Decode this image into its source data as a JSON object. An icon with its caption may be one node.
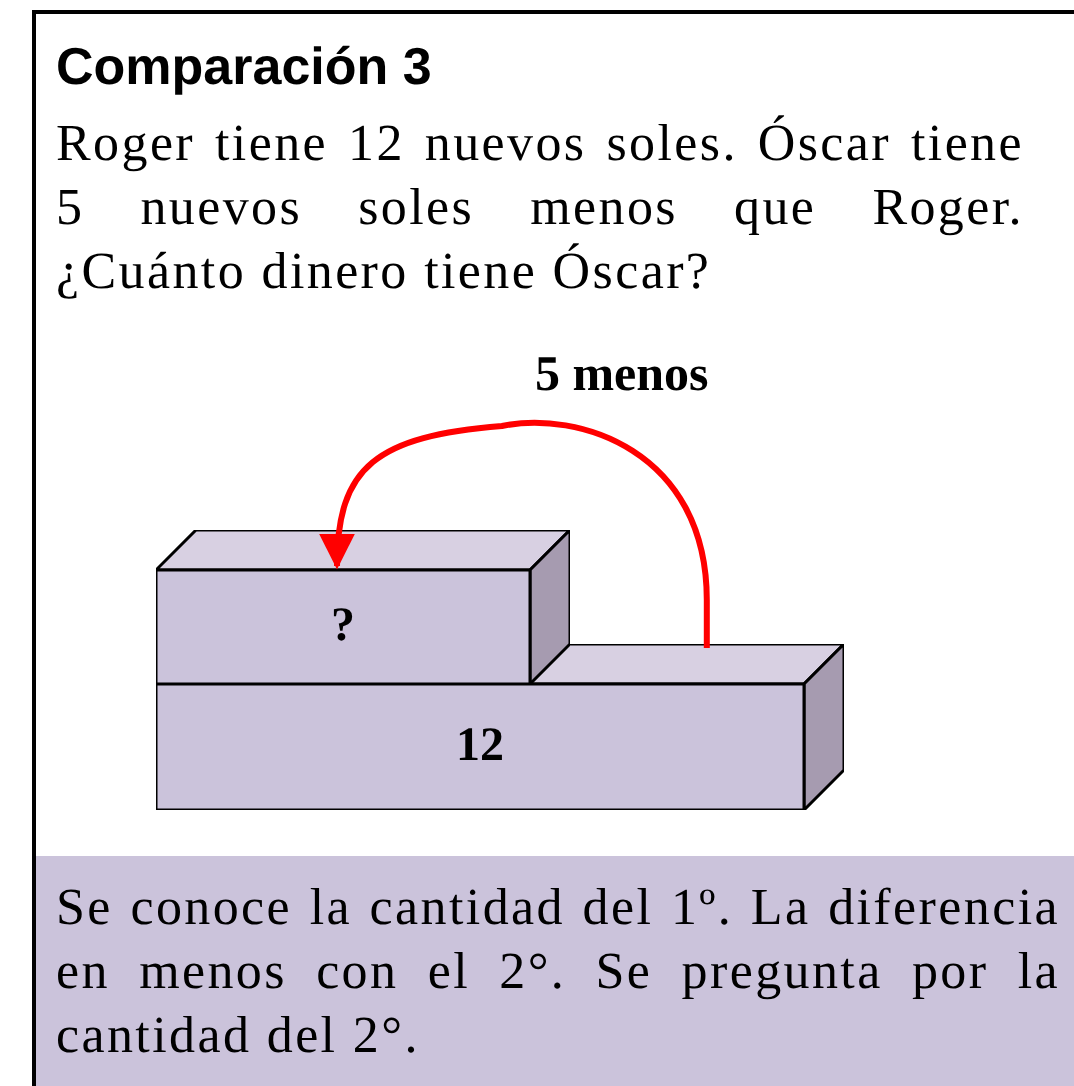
{
  "diagram": {
    "title": "Comparación 3",
    "nodes": [
      {
        "text": [
          "?"
        ]
      },
      {
        "text": [
          "12"
        ]
      },
      {
        "text": [
          "Se conoce la cantidad del 1º. La diferencia en menos con el 2°. Se pregunta por la cantidad del 2°."
        ]
      }
    ],
    "edges": [
      {
        "from": 1,
        "to": 0,
        "arrow": "to",
        "label": "5 menos",
        "color": "#ff0000"
      }
    ],
    "labels": [
      "Roger tiene 12 nuevos soles. Óscar tiene 5 nuevos soles menos que Roger. ¿Cuánto dinero tiene Óscar?"
    ]
  }
}
